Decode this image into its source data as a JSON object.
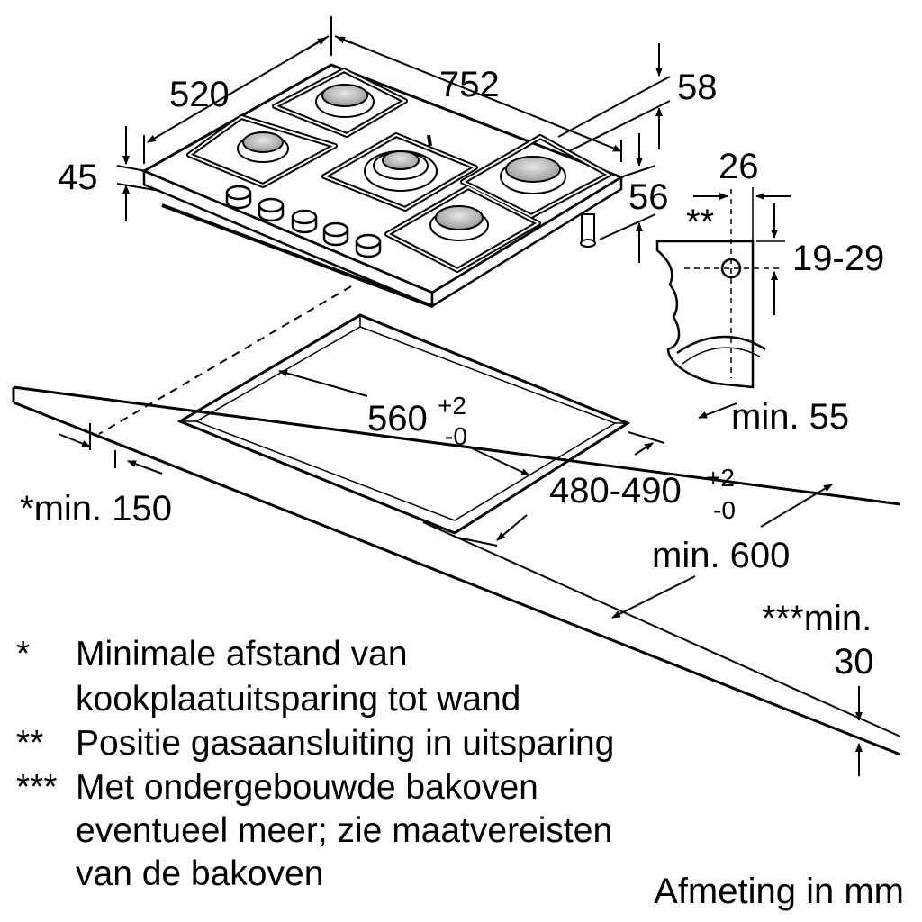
{
  "dimensions": {
    "hob_depth": "520",
    "hob_width": "752",
    "front_offset": "58",
    "hob_height": "45",
    "rear_offset": "56",
    "bracket_width": "26",
    "gas_marker": "**",
    "gas_height": "19-29",
    "cutout_width": "560",
    "cutout_width_tol_plus": "+2",
    "cutout_width_tol_minus": "-0",
    "cutout_depth": "480-490",
    "cutout_depth_tol_plus": "+2",
    "cutout_depth_tol_minus": "-0",
    "min_rear": "min. 55",
    "min_wall": "*min. 150",
    "min_counter": "min. 600",
    "min_oven_1": "***min.",
    "min_oven_2": "30"
  },
  "notes": [
    {
      "mark": "*",
      "lines": [
        "Minimale afstand van",
        "kookplaatuitsparing tot wand"
      ]
    },
    {
      "mark": "**",
      "lines": [
        "Positie gasaansluiting in uitsparing"
      ]
    },
    {
      "mark": "***",
      "lines": [
        "Met ondergebouwde bakoven",
        "eventueel meer; zie maatvereisten",
        "van de bakoven"
      ]
    }
  ],
  "caption": "Afmeting in mm",
  "colors": {
    "line": "#000000",
    "burner": "#b8b8b8",
    "background": "#ffffff"
  }
}
